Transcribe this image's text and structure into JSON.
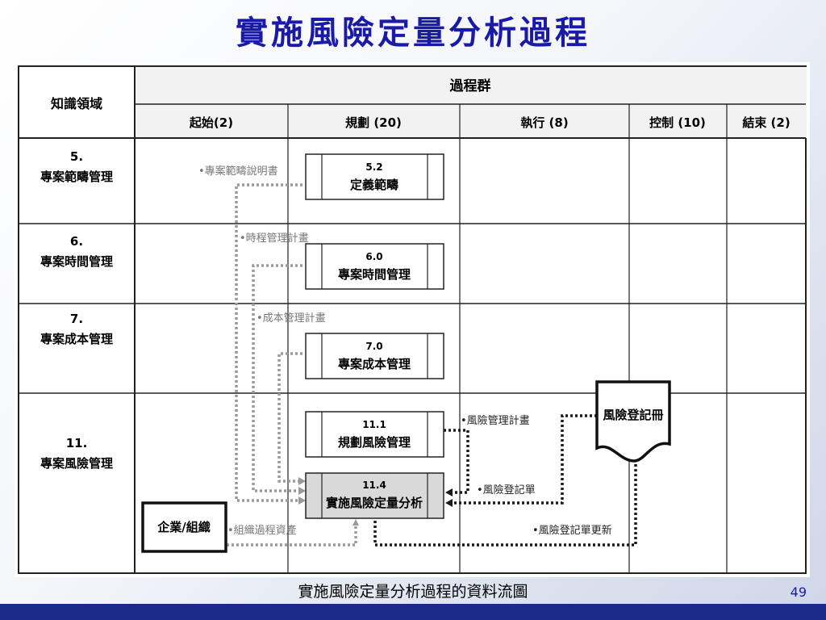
{
  "title": "實施風險定量分析過程",
  "caption": "實施風險定量分析過程的資料流圖",
  "page_number": "49",
  "table": {
    "corner_header": "知識領域",
    "group_header": "過程群",
    "columns": [
      "起始(2)",
      "規劃 (20)",
      "執行 (8)",
      "控制 (10)",
      "結束 (2)"
    ],
    "rows": [
      {
        "num": "5.",
        "name": "專案範疇管理"
      },
      {
        "num": "6.",
        "name": "專案時間管理"
      },
      {
        "num": "7.",
        "name": "專案成本管理"
      },
      {
        "num": "11.",
        "name": "專案風險管理"
      }
    ]
  },
  "process_boxes": [
    {
      "id": "5.2",
      "label": "定義範疇"
    },
    {
      "id": "6.0",
      "label": "專案時間管理"
    },
    {
      "id": "7.0",
      "label": "專案成本管理"
    },
    {
      "id": "11.1",
      "label": "規劃風險管理"
    },
    {
      "id": "11.4",
      "label": "實施風險定量分析"
    }
  ],
  "external_entity": "企業/組織",
  "document": "風險登記冊",
  "flow_labels": {
    "scope_statement": "•專案範疇說明書",
    "schedule_plan": "•時程管理計畫",
    "cost_plan": "•成本管理計畫",
    "risk_plan": "•風險管理計畫",
    "risk_register": "•風險登記單",
    "org_assets": "•組織過程資產",
    "register_update": "•風險登記單更新"
  },
  "colors": {
    "title": "#1a1aa8",
    "footer": "#1c2a8c",
    "header_fill": "#f2f2f2",
    "focus_fill": "#d9d9d9",
    "flow_gray": "#9a9a9a",
    "flow_dark": "#1a1a1a"
  }
}
